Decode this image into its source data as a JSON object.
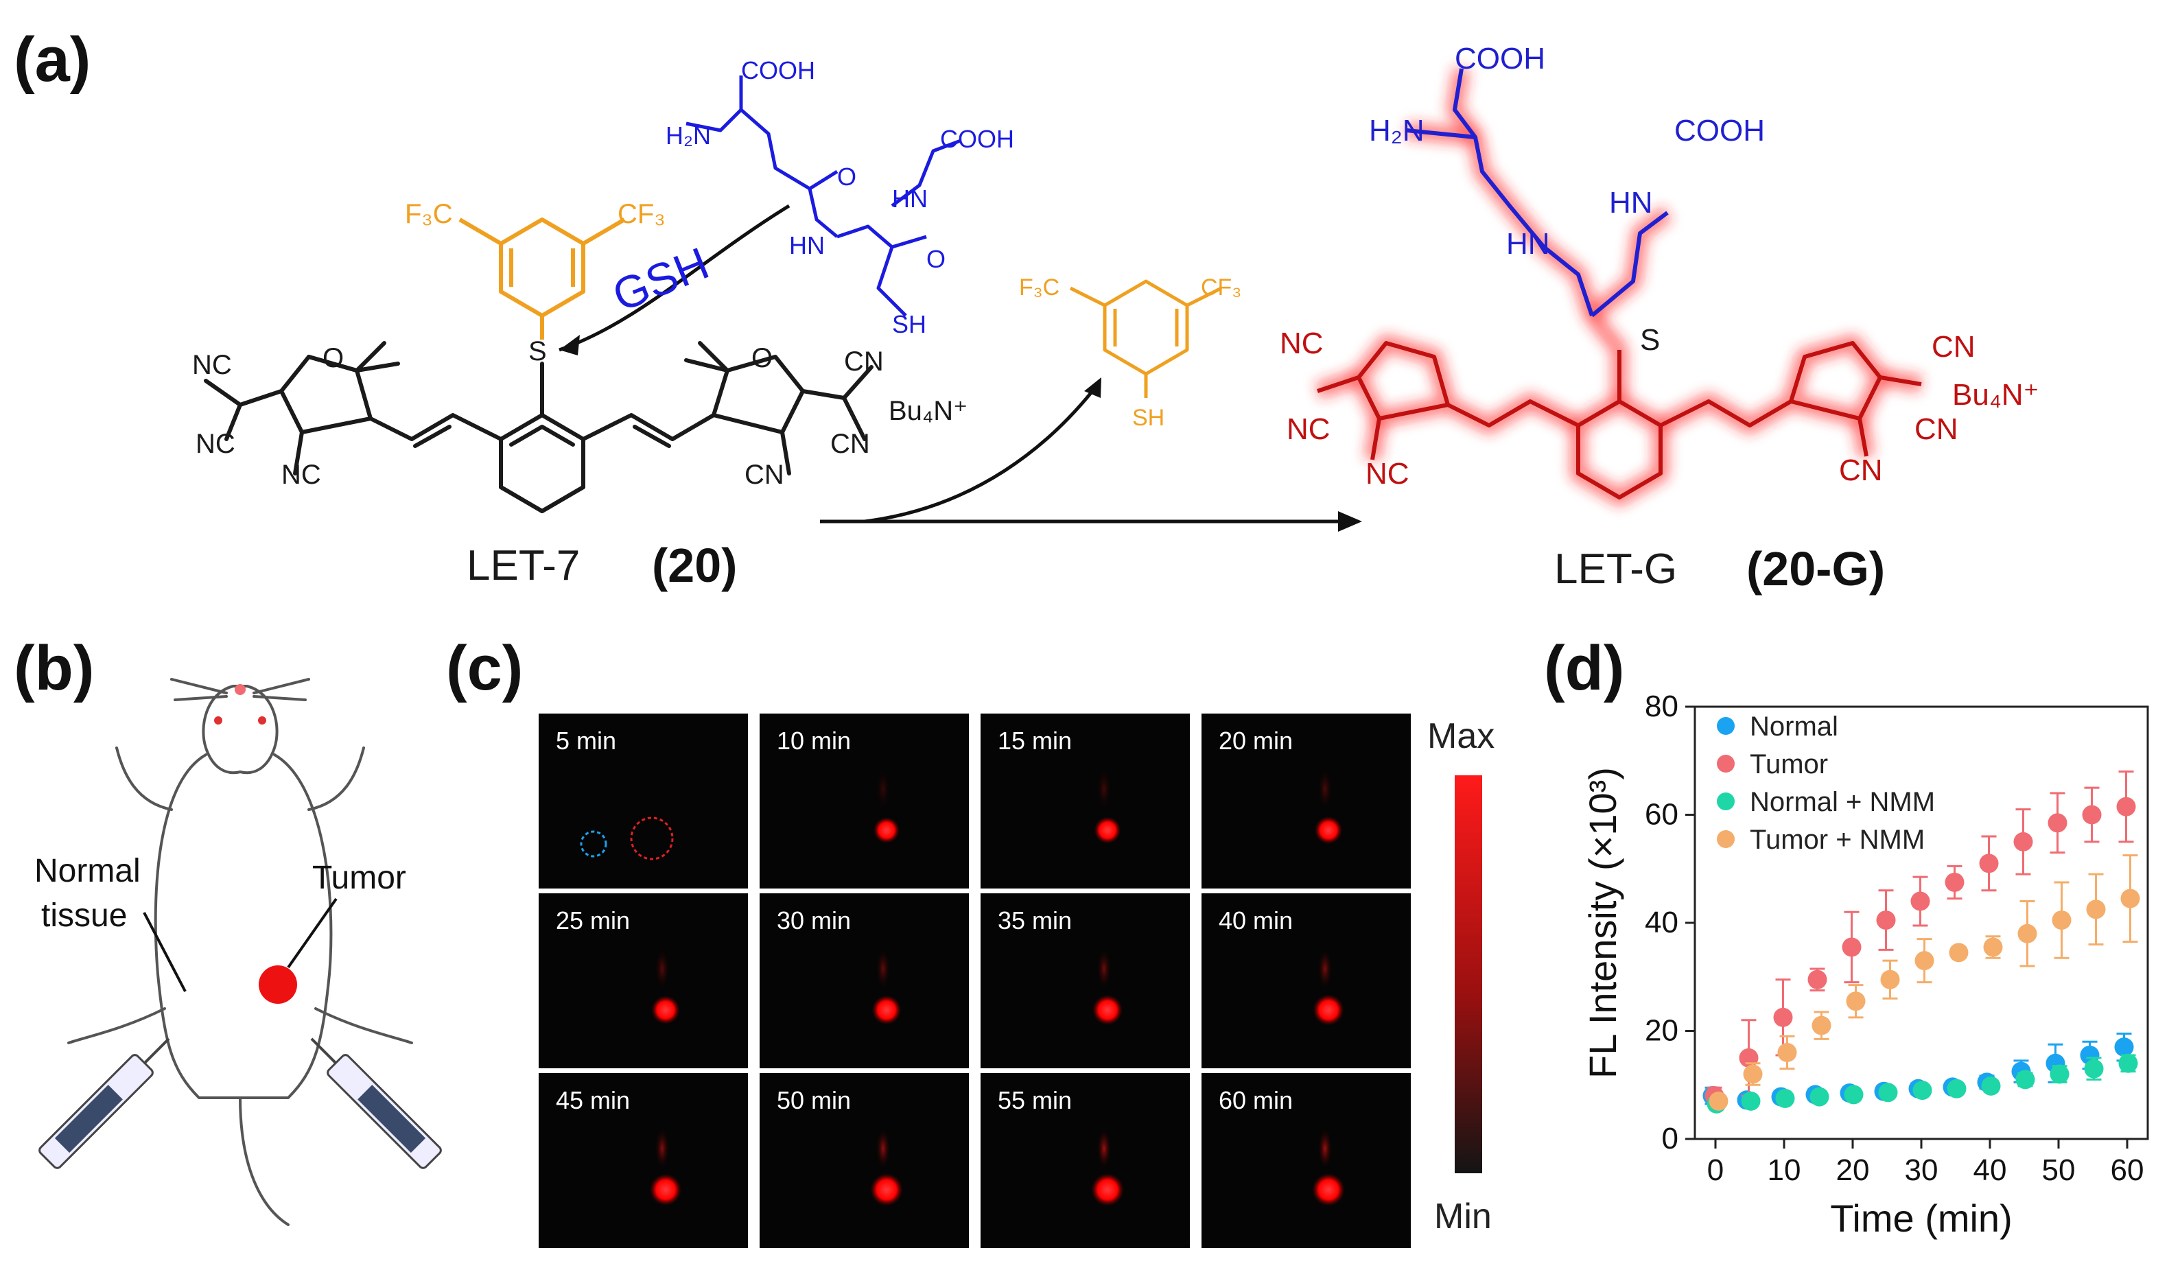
{
  "panels": {
    "a": {
      "letter": "(a)",
      "reagent": "GSH",
      "reactant": {
        "name": "LET-7",
        "number": "(20)",
        "counterion": "Bu₄N⁺"
      },
      "product": {
        "name": "LET-G",
        "number": "(20-G)",
        "counterion": "Bu₄N⁺"
      },
      "byproduct_thiol": "SH",
      "group_labels": {
        "cf3": "CF₃",
        "f3c": "F₃C",
        "cooh": "COOH",
        "h2n": "H₂N",
        "hn": "HN",
        "o": "O",
        "sh": "SH",
        "s": "S",
        "nc": "NC",
        "cn": "CN"
      },
      "colors": {
        "reactant": "#1a1a1a",
        "glutathione": "#1b1be0",
        "aryl": "#f0a020",
        "product_glow": "#ff2a2a",
        "product_stroke": "#c01010"
      }
    },
    "b": {
      "letter": "(b)",
      "labels": {
        "normal_line1": "Normal",
        "normal_line2": "tissue",
        "tumor": "Tumor"
      }
    },
    "c": {
      "letter": "(c)",
      "frames": [
        "5 min",
        "10 min",
        "15 min",
        "20 min",
        "25 min",
        "30 min",
        "35 min",
        "40 min",
        "45 min",
        "50 min",
        "55 min",
        "60 min"
      ],
      "colorbar": {
        "max": "Max",
        "min": "Min"
      }
    },
    "d": {
      "letter": "(d)"
    }
  },
  "chart_data": {
    "type": "scatter",
    "title": "",
    "xlabel": "Time (min)",
    "ylabel": "FL Intensity (×10³)",
    "xlim": [
      -3,
      63
    ],
    "ylim": [
      0,
      80
    ],
    "xticks": [
      0,
      10,
      20,
      30,
      40,
      50,
      60
    ],
    "yticks": [
      0,
      20,
      40,
      60,
      80
    ],
    "legend_position": "top-left",
    "grid": false,
    "x": [
      0,
      5,
      10,
      15,
      20,
      25,
      30,
      35,
      40,
      45,
      50,
      55,
      60
    ],
    "series": [
      {
        "name": "Normal",
        "color": "#1aa3f0",
        "values": [
          8,
          7.2,
          7.8,
          8.2,
          8.5,
          8.8,
          9.3,
          9.6,
          10.5,
          12.5,
          14,
          15.5,
          17
        ],
        "errors": [
          1.5,
          0.8,
          1,
          1,
          1,
          1,
          1,
          1,
          1.2,
          2,
          3.5,
          2.5,
          2.5
        ]
      },
      {
        "name": "Tumor",
        "color": "#f06b72",
        "values": [
          8,
          15,
          22.5,
          29.5,
          35.5,
          40.5,
          44,
          47.5,
          51,
          55,
          58.5,
          60,
          61.5
        ],
        "errors": [
          1.5,
          7,
          7,
          2,
          6.5,
          5.5,
          4.5,
          3,
          5,
          6,
          5.5,
          5,
          6.5
        ]
      },
      {
        "name": "Normal + NMM",
        "color": "#1fd6a6",
        "values": [
          6.5,
          7,
          7.5,
          7.8,
          8.2,
          8.6,
          9,
          9.3,
          9.8,
          11,
          12,
          13,
          14
        ],
        "errors": [
          0.8,
          0.8,
          0.8,
          0.8,
          0.8,
          0.8,
          0.8,
          0.8,
          1,
          1.2,
          1.5,
          2,
          1.5
        ]
      },
      {
        "name": "Tumor + NMM",
        "color": "#f4ad6a",
        "values": [
          7,
          12,
          16,
          21,
          25.5,
          29.5,
          33,
          34.5,
          35.5,
          38,
          40.5,
          42.5,
          44.5
        ],
        "errors": [
          1,
          2,
          3,
          2.5,
          3,
          3.5,
          4,
          1,
          2,
          6,
          7,
          6.5,
          8
        ]
      }
    ]
  }
}
